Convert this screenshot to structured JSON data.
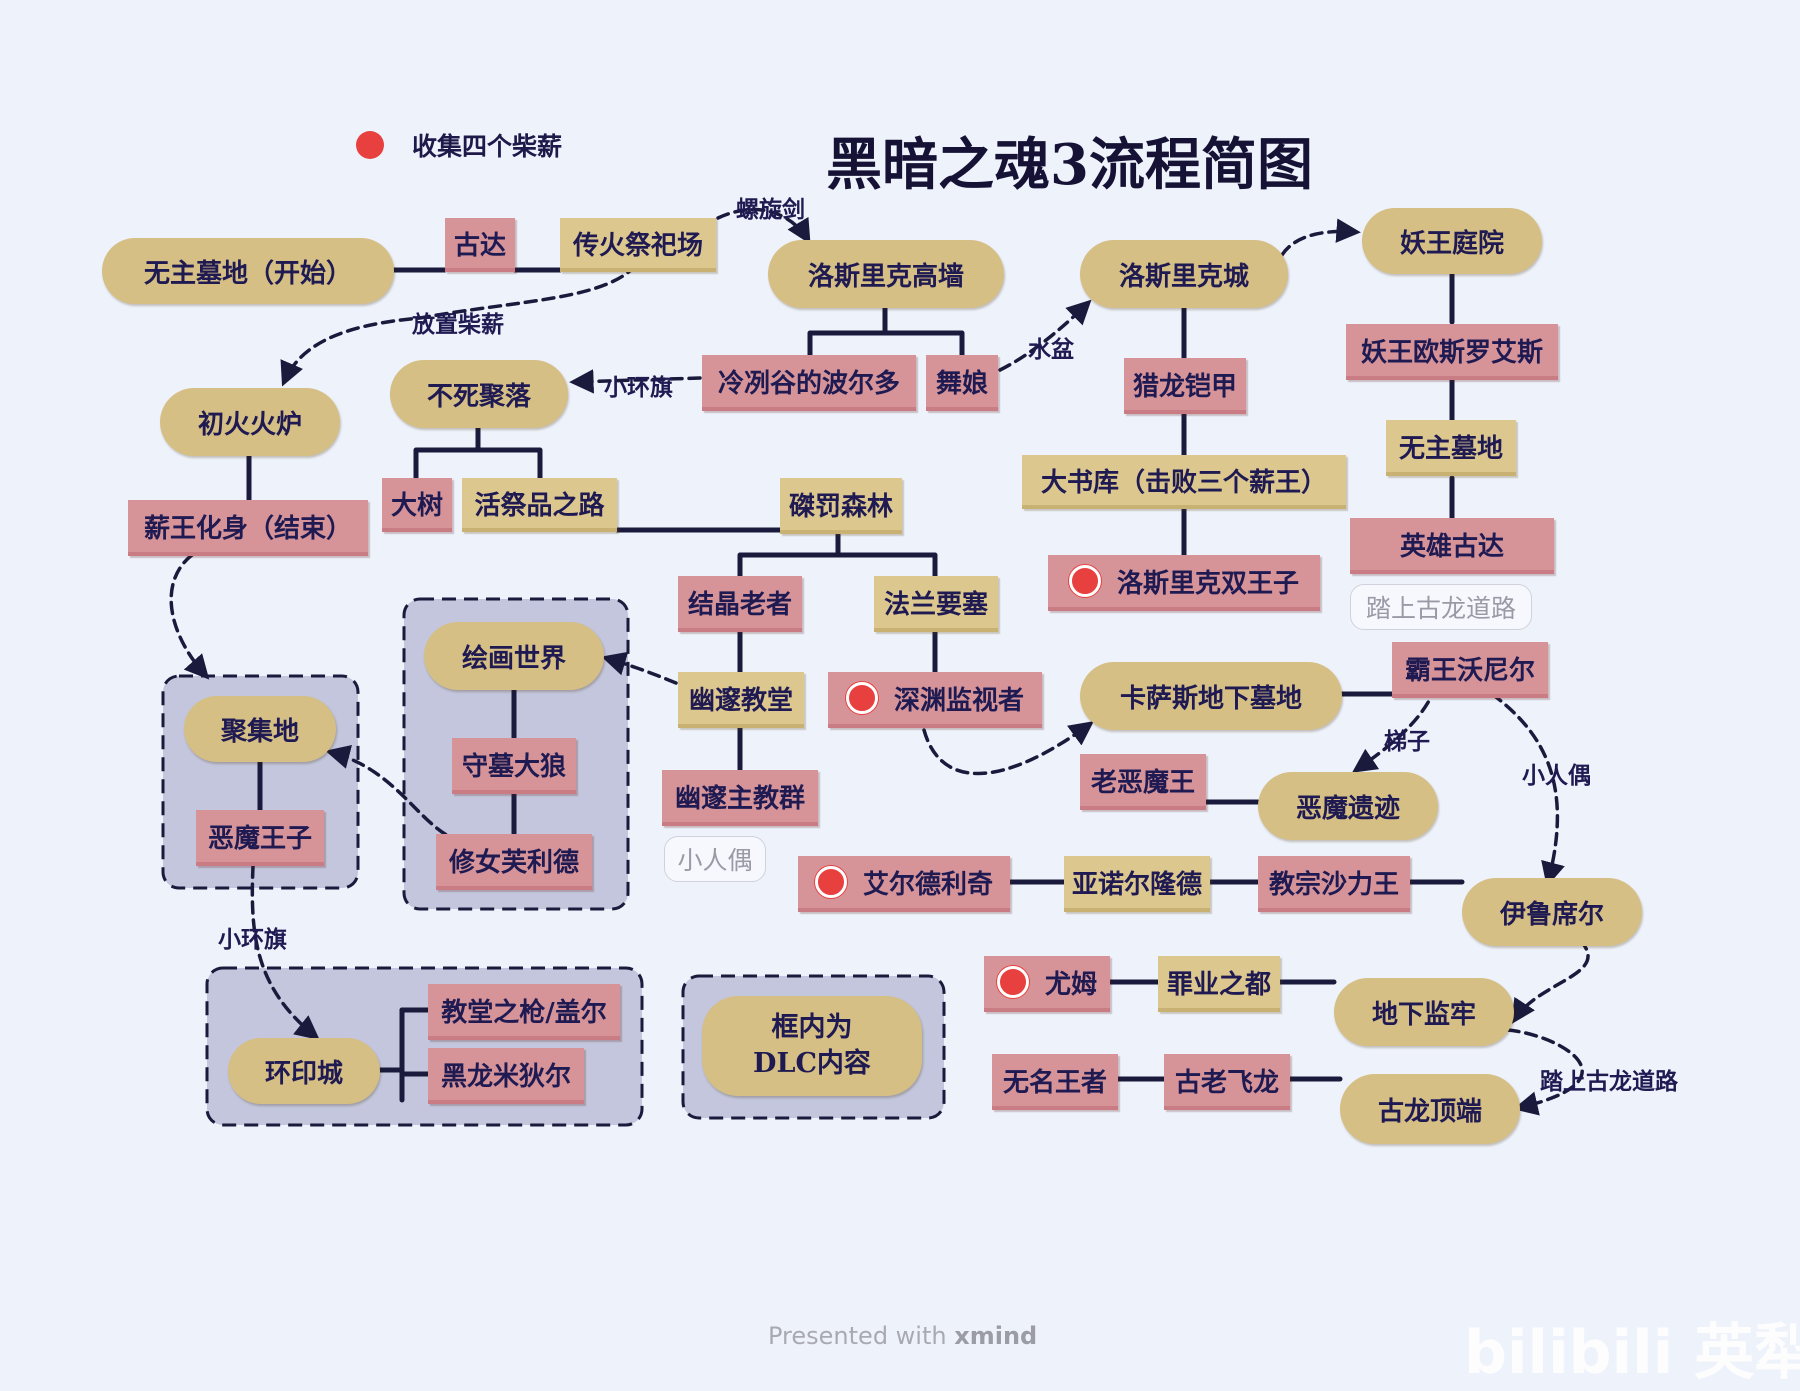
{
  "title": "黑暗之魂3流程简图",
  "legend": {
    "label": "收集四个柴薪",
    "color": "#e8403f"
  },
  "nodes": {
    "firelink_cemetery": "无主墓地（开始）",
    "gundyr": "古达",
    "firelink_shrine": "传火祭祀场",
    "high_wall": "洛斯里克高墙",
    "lothric_castle": "洛斯里克城",
    "consumed_garden": "妖王庭院",
    "oceiros": "妖王欧斯罗艾斯",
    "untended_graves": "无主墓地",
    "champion_gundyr": "英雄古达",
    "dragon_path_hint_1": "踏上古龙道路",
    "vordt": "冷冽谷的波尔多",
    "dancer": "舞娘",
    "dragonslayer_armour": "猎龙铠甲",
    "grand_archives": "大书库（击败三个薪王）",
    "twin_princes": "洛斯里克双王子",
    "kiln": "初火火炉",
    "soul_of_cinder": "薪王化身（结束）",
    "undead_settlement": "不死聚落",
    "great_tree": "大树",
    "road_of_sacrifices": "活祭品之路",
    "farron_woods": "磔罚森林",
    "crystal_sage": "结晶老者",
    "farron_keep": "法兰要塞",
    "cathedral": "幽邃教堂",
    "abyss_watchers": "深渊监视者",
    "deacons": "幽邃主教群",
    "small_doll_hint": "小人偶",
    "catacombs": "卡萨斯地下墓地",
    "wolnir": "霸王沃尼尔",
    "old_demon_king": "老恶魔王",
    "demon_ruins": "恶魔遗迹",
    "aldrich": "艾尔德利奇",
    "anor_londo": "亚诺尔隆德",
    "sulyvahn": "教宗沙力王",
    "irithyll": "伊鲁席尔",
    "yhorm": "尤姆",
    "profaned_capital": "罪业之都",
    "dungeon": "地下监牢",
    "nameless_king": "无名王者",
    "ancient_wyvern": "古老飞龙",
    "archdragon_peak": "古龙顶端",
    "painted_world": "绘画世界",
    "grave_warden": "守墓大狼",
    "friede": "修女芙利德",
    "gathering_place": "聚集地",
    "demon_prince": "恶魔王子",
    "ringed_city": "环印城",
    "gael": "教堂之枪/盖尔",
    "midir": "黑龙米狄尔",
    "dlc_note": "框内为\nDLC内容"
  },
  "edge_labels": {
    "spiral_sword": "螺旋剑",
    "place_cinders": "放置柴薪",
    "small_banner_1": "小环旗",
    "basin": "水盆",
    "ladder": "梯子",
    "small_doll": "小人偶",
    "small_banner_2": "小环旗",
    "dragon_path": "踏上古龙道路"
  },
  "footer": {
    "prefix": "Presented with ",
    "brand": "xmind"
  },
  "watermark": "bilibili 英犁梨"
}
